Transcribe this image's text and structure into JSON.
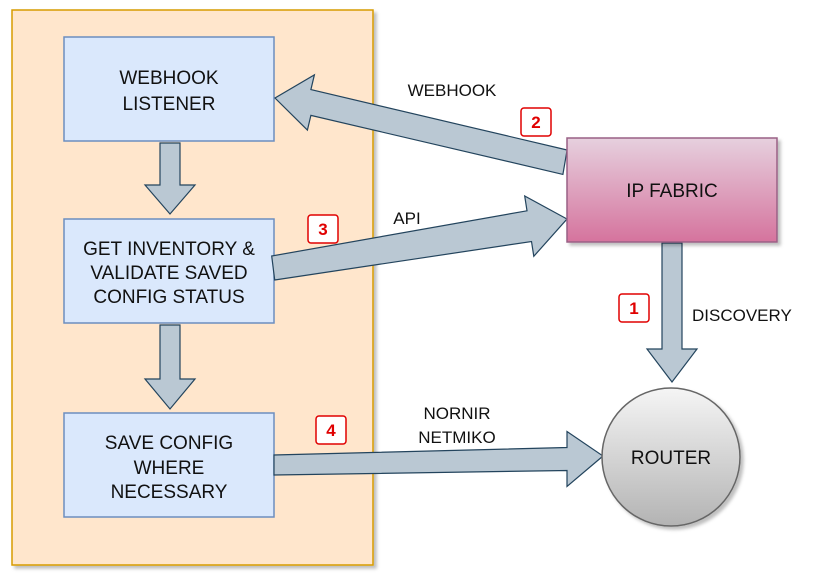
{
  "nodes": {
    "webhook_listener": {
      "lines": [
        "WEBHOOK",
        "LISTENER"
      ]
    },
    "get_inventory": {
      "lines": [
        "GET INVENTORY &",
        "VALIDATE SAVED",
        "CONFIG STATUS"
      ]
    },
    "save_config": {
      "lines": [
        "SAVE CONFIG",
        "WHERE",
        "NECESSARY"
      ]
    },
    "ip_fabric": {
      "label": "IP FABRIC"
    },
    "router": {
      "label": "ROUTER"
    }
  },
  "edges": {
    "webhook": {
      "label": "WEBHOOK"
    },
    "api": {
      "label": "API"
    },
    "discovery": {
      "label": "DISCOVERY"
    },
    "nornir": {
      "lines": [
        "NORNIR",
        "NETMIKO"
      ]
    }
  },
  "steps": [
    "1",
    "2",
    "3",
    "4"
  ],
  "colors": {
    "container_fill": "#ffe6cc",
    "container_border": "#d79b00",
    "box_fill": "#dae8fc",
    "box_border": "#6c8ebf",
    "arrow_fill": "#bac8d3",
    "arrow_border": "#23445d",
    "ipfabric_top": "#e6d0de",
    "ipfabric_bottom": "#d5739d",
    "ipfabric_border": "#996185",
    "router_top": "#f5f5f5",
    "router_bottom": "#b3b3b3",
    "router_border": "#666666",
    "badge_border": "#e00000"
  }
}
